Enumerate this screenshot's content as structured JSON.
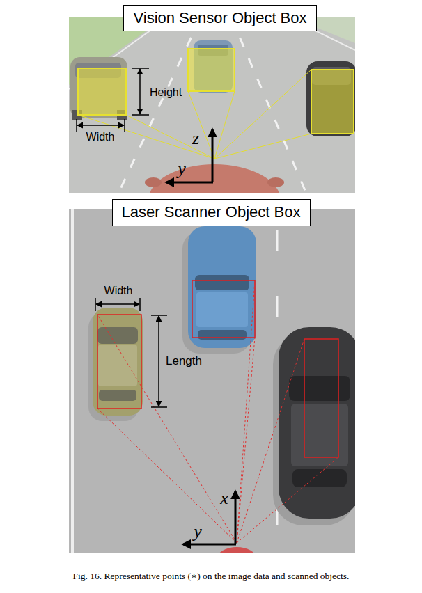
{
  "diagram": {
    "caption": "Fig. 16. Representative points (∗) on the image data and scanned objects.",
    "nodes": [
      {
        "text": [
          "Vision Sensor Object Box"
        ]
      },
      {
        "text": [
          "Laser Scanner Object Box"
        ]
      }
    ],
    "labels": [
      "Height",
      "Width",
      "z",
      "y",
      "Width",
      "Length",
      "x",
      "y"
    ]
  }
}
